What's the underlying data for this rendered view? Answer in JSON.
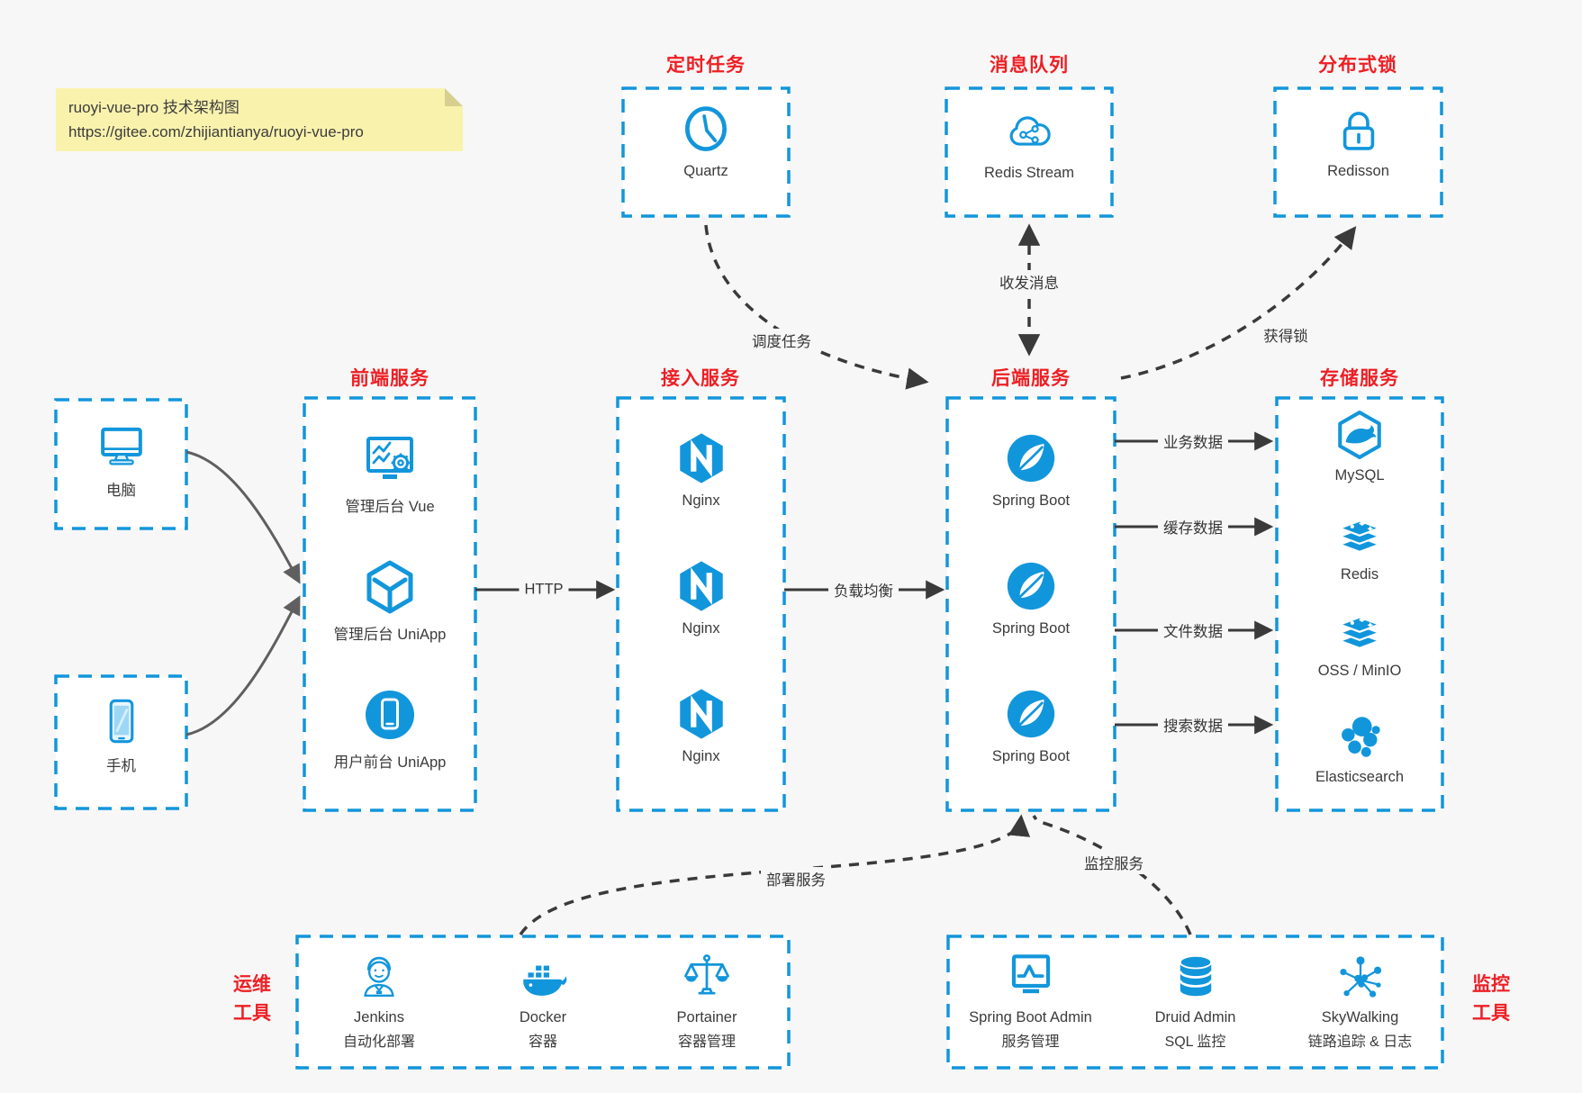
{
  "colors": {
    "background": "#f7f7f7",
    "accent_blue": "#1296db",
    "accent_red": "#ed1f24",
    "wire_dark": "#3a3a3a",
    "client_wire": "#5f5f5f",
    "note_bg": "#f9f2ad"
  },
  "note": {
    "line1": "ruoyi-vue-pro 技术架构图",
    "line2": "https://gitee.com/zhijiantianya/ruoyi-vue-pro"
  },
  "groups": {
    "scheduler": {
      "title": "定时任务",
      "items": [
        {
          "icon": "clock-icon",
          "label": "Quartz"
        }
      ]
    },
    "message_queue": {
      "title": "消息队列",
      "items": [
        {
          "icon": "cloud-share-icon",
          "label": "Redis Stream"
        }
      ]
    },
    "distributed_lock": {
      "title": "分布式锁",
      "items": [
        {
          "icon": "lock-icon",
          "label": "Redisson"
        }
      ]
    },
    "clients": {
      "items": [
        {
          "icon": "computer-icon",
          "label": "电脑"
        },
        {
          "icon": "phone-icon",
          "label": "手机"
        }
      ]
    },
    "frontend": {
      "title": "前端服务",
      "items": [
        {
          "icon": "admin-vue-icon",
          "label": "管理后台 Vue"
        },
        {
          "icon": "cube-icon",
          "label": "管理后台 UniApp"
        },
        {
          "icon": "mobile-app-icon",
          "label": "用户前台 UniApp"
        }
      ]
    },
    "gateway": {
      "title": "接入服务",
      "items": [
        {
          "icon": "nginx-icon",
          "label": "Nginx"
        },
        {
          "icon": "nginx-icon",
          "label": "Nginx"
        },
        {
          "icon": "nginx-icon",
          "label": "Nginx"
        }
      ]
    },
    "backend": {
      "title": "后端服务",
      "items": [
        {
          "icon": "springboot-icon",
          "label": "Spring Boot"
        },
        {
          "icon": "springboot-icon",
          "label": "Spring Boot"
        },
        {
          "icon": "springboot-icon",
          "label": "Spring Boot"
        }
      ]
    },
    "storage": {
      "title": "存储服务",
      "items": [
        {
          "icon": "mysql-icon",
          "label": "MySQL"
        },
        {
          "icon": "redis-stack-icon",
          "label": "Redis"
        },
        {
          "icon": "oss-stack-icon",
          "label": "OSS / MinIO"
        },
        {
          "icon": "elasticsearch-icon",
          "label": "Elasticsearch"
        }
      ]
    },
    "devops": {
      "title_lines": [
        "运维",
        "工具"
      ],
      "items": [
        {
          "icon": "jenkins-icon",
          "name": "Jenkins",
          "desc": "自动化部署"
        },
        {
          "icon": "docker-icon",
          "name": "Docker",
          "desc": "容器"
        },
        {
          "icon": "portainer-icon",
          "name": "Portainer",
          "desc": "容器管理"
        }
      ]
    },
    "monitoring": {
      "title_lines": [
        "监控",
        "工具"
      ],
      "items": [
        {
          "icon": "spring-boot-admin-icon",
          "name": "Spring Boot Admin",
          "desc": "服务管理"
        },
        {
          "icon": "druid-icon",
          "name": "Druid Admin",
          "desc": "SQL 监控"
        },
        {
          "icon": "skywalking-icon",
          "name": "SkyWalking",
          "desc": "链路追踪 & 日志"
        }
      ]
    }
  },
  "edges": {
    "http": "HTTP",
    "load_balance": "负载均衡",
    "schedule_task": "调度任务",
    "send_receive_message": "收发消息",
    "acquire_lock": "获得锁",
    "business_data": "业务数据",
    "cache_data": "缓存数据",
    "file_data": "文件数据",
    "search_data": "搜索数据",
    "deploy_service": "部署服务",
    "monitor_service": "监控服务"
  }
}
